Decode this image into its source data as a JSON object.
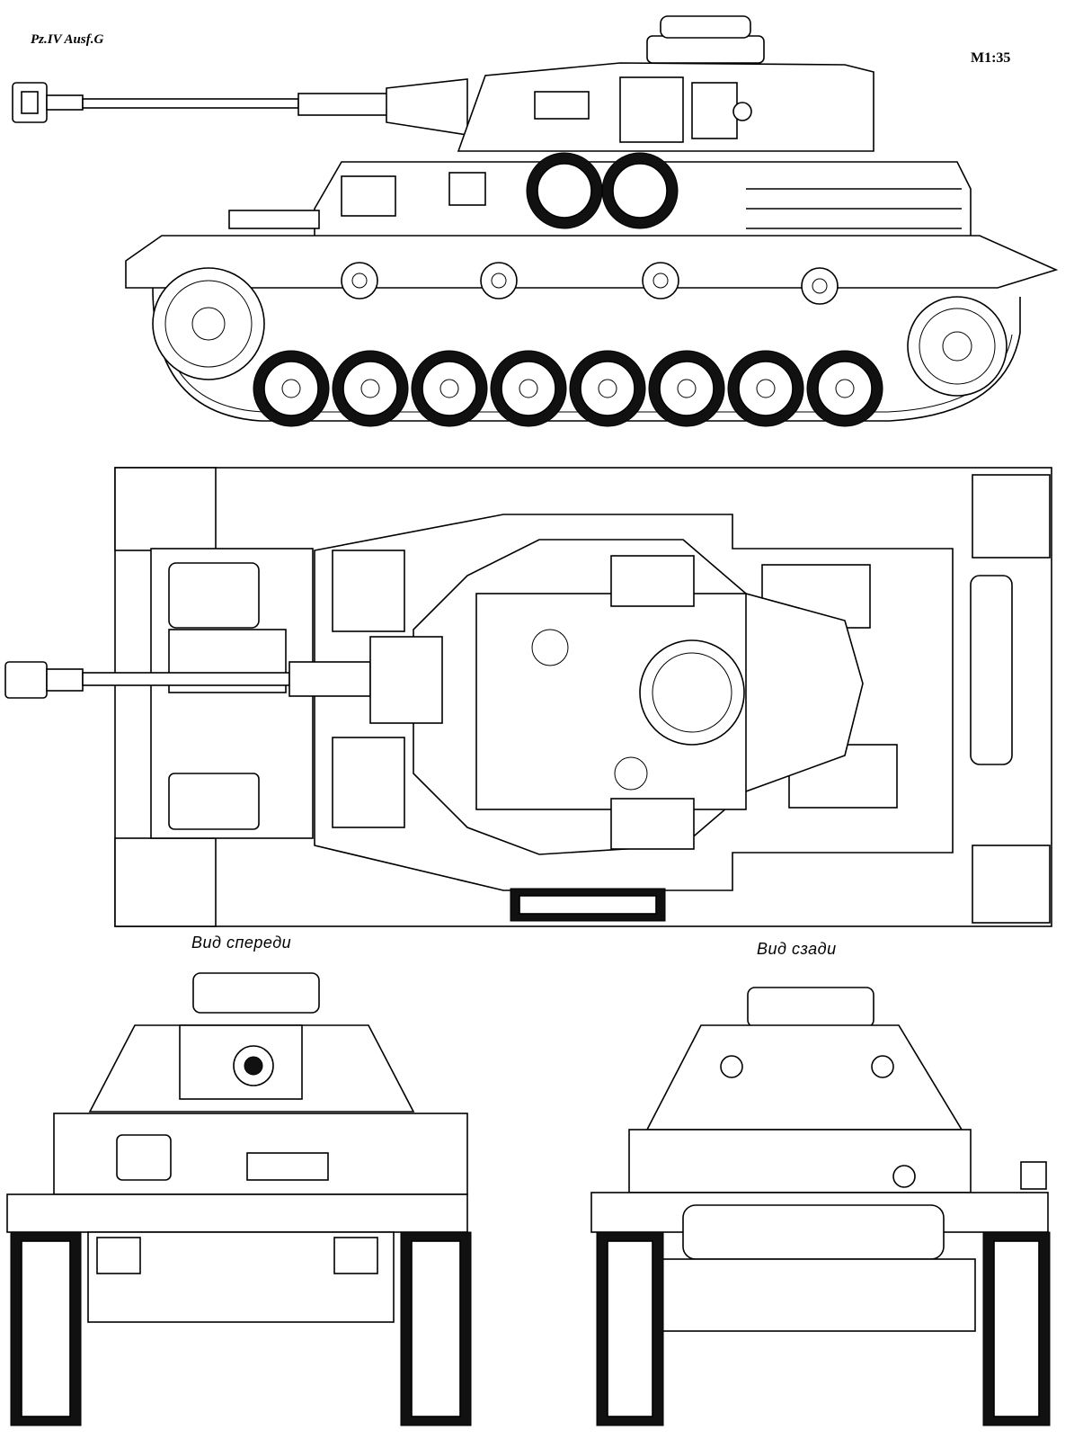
{
  "sheet": {
    "title": "Pz.IV Ausf.G",
    "scale": "M1:35",
    "views": {
      "front_label": "Вид спереди",
      "rear_label": "Вид сзади"
    }
  },
  "colors": {
    "line": "#000000",
    "background": "#ffffff"
  },
  "drawings": [
    {
      "name": "side-view"
    },
    {
      "name": "top-view"
    },
    {
      "name": "front-view"
    },
    {
      "name": "rear-view"
    }
  ]
}
